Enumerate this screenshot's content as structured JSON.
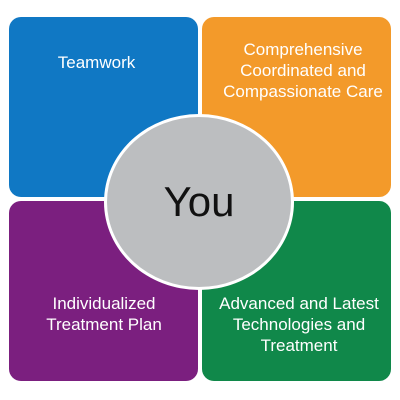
{
  "quadrants": {
    "top_left": {
      "label": "Teamwork",
      "color": "#1078c4"
    },
    "top_right": {
      "label": "Comprehensive\nCoordinated and\nCompassionate Care",
      "color": "#f39a2a"
    },
    "bottom_left": {
      "label": "Individualized\nTreatment Plan",
      "color": "#7b1f7f"
    },
    "bottom_right": {
      "label": "Advanced and Latest\nTechnologies and\nTreatment",
      "color": "#10884a"
    }
  },
  "center": {
    "label": "You",
    "color": "#bcbec0"
  }
}
